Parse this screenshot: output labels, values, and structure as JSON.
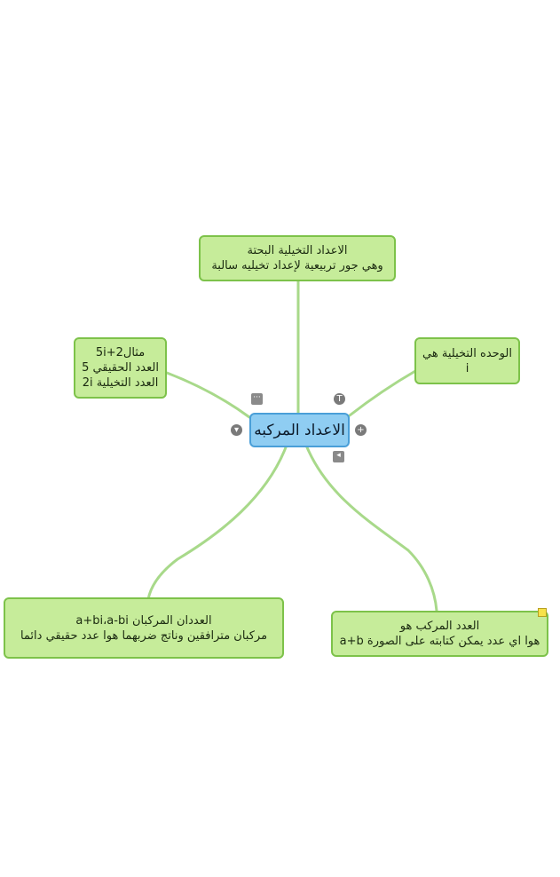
{
  "central": {
    "label": "الاعداد المركبه"
  },
  "nodes": [
    {
      "id": "top",
      "lines": [
        "الاعداد التخيلية البحتة",
        "وهي جور تربيعية لإعداد تخيليه سالبة"
      ]
    },
    {
      "id": "left",
      "lines": [
        "مثال5i+2",
        "العدد الحقيقي 5",
        "العدد التخيلية 2i"
      ]
    },
    {
      "id": "right",
      "lines": [
        "الوحده التخيلية هي",
        "i"
      ]
    },
    {
      "id": "bottom-left",
      "lines": [
        "العددان المركبان a+bi،a-bi",
        "مركبان مترافقين وناتج ضربهما هوا عدد حقيقي دائما"
      ]
    },
    {
      "id": "bottom-right",
      "lines": [
        "العدد المركب هو",
        "هوا اي عدد يمكن كتابته على الصورة a+b"
      ]
    }
  ],
  "controls": {
    "collapse_glyph": "▾",
    "expand_glyph": "+",
    "topic_glyph": "T",
    "more_glyph": "···",
    "attach_glyph": "◂"
  },
  "colors": {
    "branch": "#a8d98a",
    "node_fill": "#c6ec9a",
    "node_border": "#7dc24a",
    "central_fill": "#8fcdf2",
    "central_border": "#4a9fd8"
  }
}
